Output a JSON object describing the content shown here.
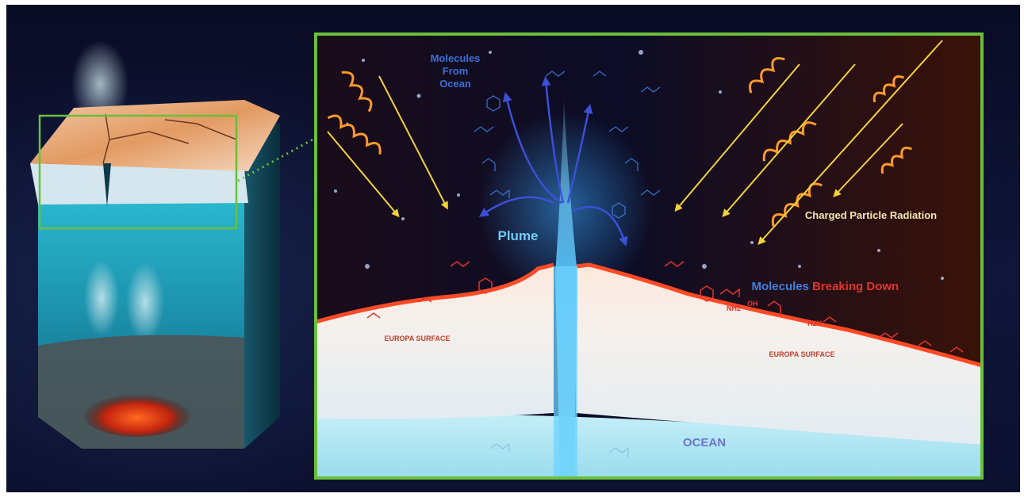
{
  "labels": {
    "molecules_from_ocean": [
      "Molecules",
      "From",
      "Ocean"
    ],
    "plume": "Plume",
    "charged_particle_radiation": "Charged Particle Radiation",
    "molecules_word": "Molecules",
    "breaking_down": "Breaking Down",
    "europa_surface_left": "EUROPA SURFACE",
    "europa_surface_right": "EUROPA SURFACE",
    "ocean": "OCEAN"
  },
  "molecule_groups": [
    "OH",
    "NH2",
    "H2N"
  ],
  "colors": {
    "inset_border": "#6bbf3a",
    "plume": "#6fd3ff",
    "molecules_blue": "#3f7fe0",
    "molecules_red": "#e0352e",
    "radiation": "#f2d23a",
    "coil": "#ff9a2a",
    "ocean": "#a7e4f2",
    "ice": "#f7f2ee",
    "crust_edge": "#ff4a26"
  }
}
